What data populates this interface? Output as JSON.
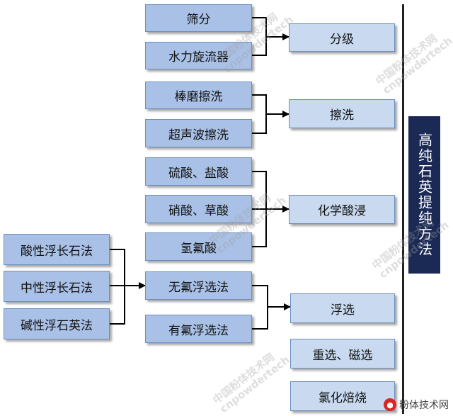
{
  "title": "高纯石英提纯方法",
  "groups": {
    "classification": {
      "methods": [
        "筛分",
        "水力旋流器"
      ],
      "result": "分级"
    },
    "scrubbing": {
      "methods": [
        "棒磨擦洗",
        "超声波擦洗"
      ],
      "result": "擦洗"
    },
    "acid_leaching": {
      "methods": [
        "硫酸、盐酸",
        "硝酸、草酸",
        "氢氟酸"
      ],
      "result": "化学酸浸"
    },
    "flotation": {
      "methods": [
        "无氟浮选法",
        "有氟浮选法"
      ],
      "result": "浮选",
      "sub_methods": [
        "酸性浮长石法",
        "中性浮长石法",
        "碱性浮石英法"
      ]
    }
  },
  "other_results": [
    "重选、磁选",
    "氯化焙烧"
  ],
  "watermark": {
    "line1": "中国粉体技术网",
    "line2": "cnpowdertech"
  },
  "badge": {
    "icon": "wechat-icon",
    "label": "粉体技术网"
  }
}
